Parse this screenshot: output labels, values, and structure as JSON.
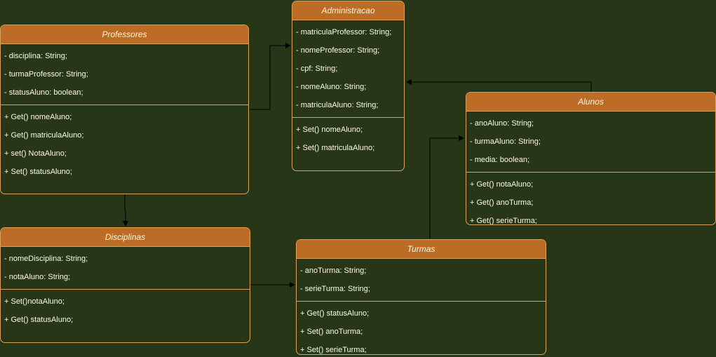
{
  "colors": {
    "background": "#283618",
    "header": "#bc6c25",
    "border": "#dda15e",
    "text": "#fefae0",
    "edge": "#000000"
  },
  "classes": {
    "professores": {
      "name": "Professores",
      "attributes": [
        "- disciplina: String;",
        "- turmaProfessor: String;",
        "- statusAluno: boolean;"
      ],
      "methods": [
        "+ Get() nomeAluno;",
        "+ Get() matriculaAluno;",
        "+ set() NotaAluno;",
        "+ Set() statusAluno;"
      ]
    },
    "administracao": {
      "name": "Administracao",
      "attributes": [
        "- matriculaProfessor: String;",
        "- nomeProfessor: String;",
        "- cpf: String;",
        "- nomeAluno: String;",
        "- matriculaAluno: String;"
      ],
      "methods": [
        "+ Set() nomeAluno;",
        "+ Set() matriculaAluno;"
      ]
    },
    "alunos": {
      "name": "Alunos",
      "attributes": [
        "- anoAluno: String;",
        "- turmaAluno: String;",
        "- media: boolean;"
      ],
      "methods": [
        "+ Get() notaAluno;",
        "+ Get() anoTurma;",
        "+ Get() serieTurma;"
      ]
    },
    "disciplinas": {
      "name": "Disciplinas",
      "attributes": [
        "- nomeDisciplina: String;",
        "- notaAluno: String;"
      ],
      "methods": [
        "+ Set()notaAluno;",
        "+ Get() statusAluno;"
      ]
    },
    "turmas": {
      "name": "Turmas",
      "attributes": [
        "- anoTurma: String;",
        "- serieTurma: String;"
      ],
      "methods": [
        "+ Get() statusAluno;",
        "+ Set() anoTurma;",
        "+ Set() serieTurma;"
      ]
    }
  },
  "edges": [
    {
      "from": "professores",
      "to": "administracao"
    },
    {
      "from": "alunos",
      "to": "administracao"
    },
    {
      "from": "professores",
      "to": "disciplinas"
    },
    {
      "from": "disciplinas",
      "to": "turmas"
    },
    {
      "from": "turmas",
      "to": "alunos"
    }
  ]
}
